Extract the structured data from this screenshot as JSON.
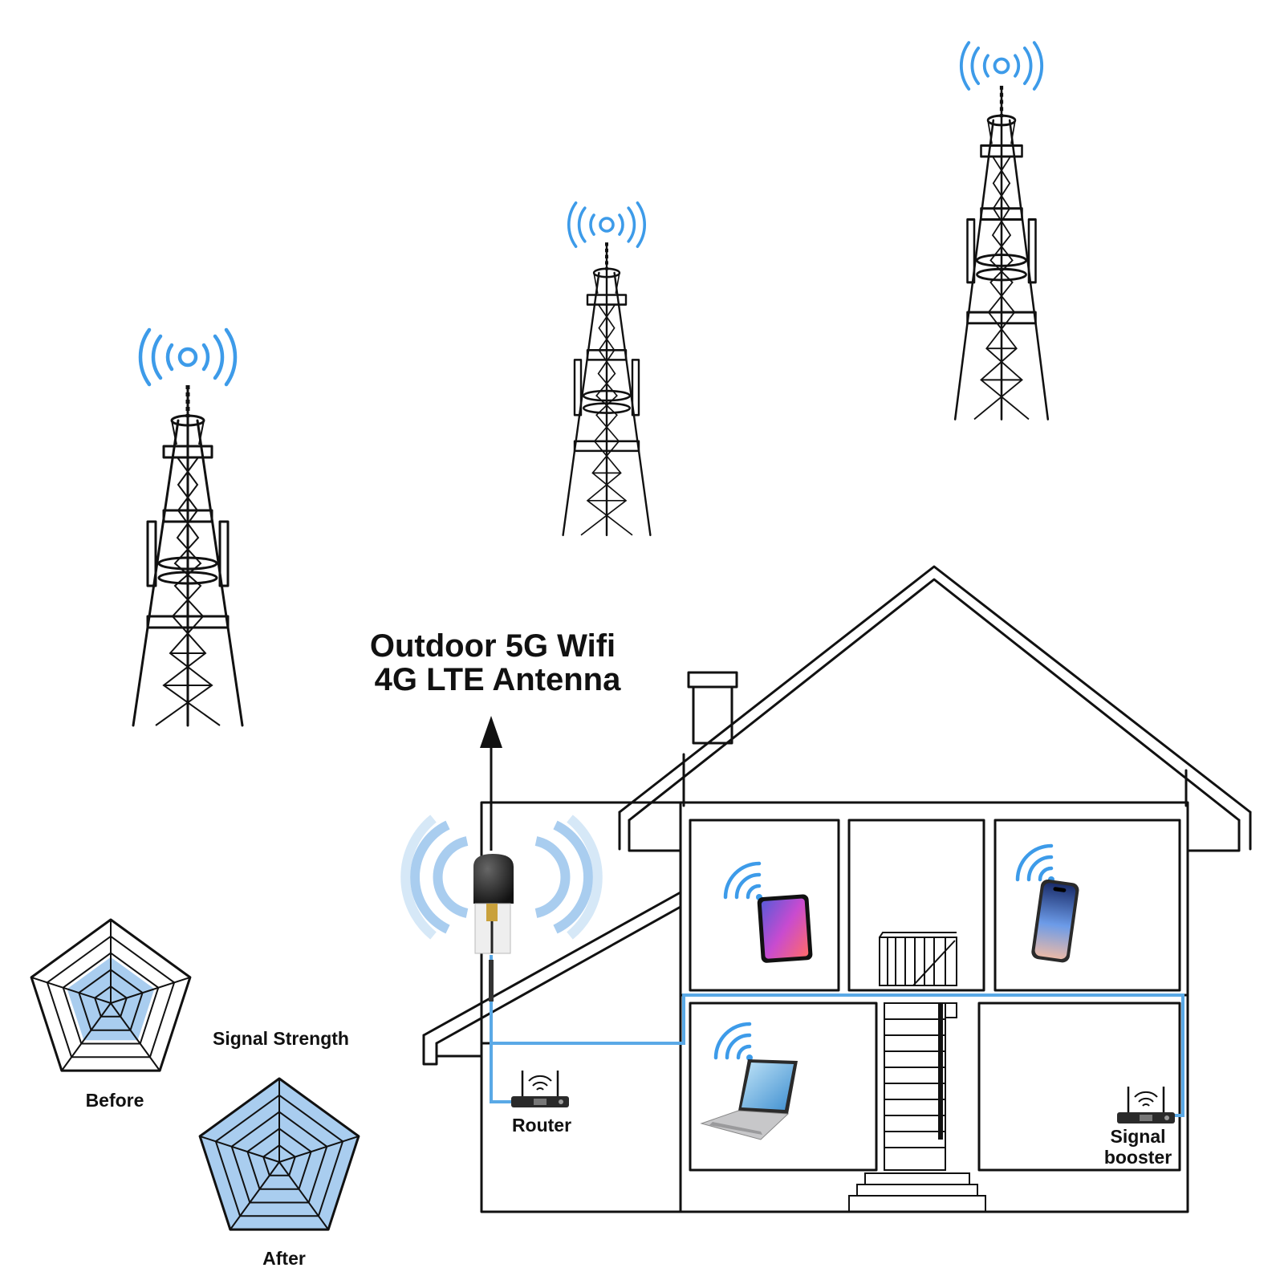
{
  "antenna_title": {
    "line1": "Outdoor 5G Wifi",
    "line2": "4G LTE Antenna"
  },
  "labels": {
    "signal_strength": "Signal Strength",
    "before": "Before",
    "after": "After",
    "router": "Router",
    "signal_booster_line1": "Signal",
    "signal_booster_line2": "booster"
  },
  "colors": {
    "signal_blue": "#3d9be9",
    "radar_fill": "#a9cdef",
    "cable_blue": "#5aa9e6",
    "line_black": "#111111"
  },
  "radar": {
    "before_level": 0.55,
    "after_level": 1.0
  },
  "icons": [
    "cell-tower-icon",
    "broadcast-signal-icon",
    "antenna-icon",
    "wifi-signal-icon",
    "tablet-icon",
    "smartphone-icon",
    "laptop-icon",
    "router-icon",
    "signal-booster-icon",
    "house-icon"
  ]
}
